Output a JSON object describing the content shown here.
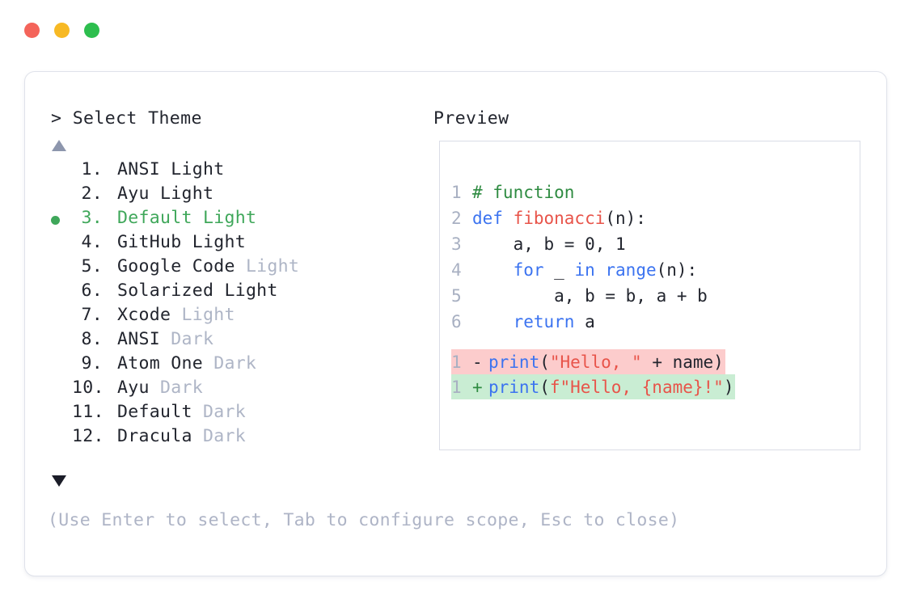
{
  "window": {
    "controls": [
      {
        "name": "close",
        "color": "#f4645a"
      },
      {
        "name": "minimize",
        "color": "#f7b924"
      },
      {
        "name": "maximize",
        "color": "#2dbe4e"
      }
    ]
  },
  "prompt": {
    "header": "> Select Theme",
    "scroll_up_icon": "triangle-up-icon",
    "scroll_down_icon": "triangle-down-icon"
  },
  "preview": {
    "header": "Preview"
  },
  "themes": {
    "selected_index": 3,
    "selected_bullet_color": "#3fa75a",
    "items": [
      {
        "number": "1.",
        "name": "ANSI",
        "variant": "Light",
        "variant_muted": false,
        "selected": false
      },
      {
        "number": "2.",
        "name": "Ayu",
        "variant": "Light",
        "variant_muted": false,
        "selected": false
      },
      {
        "number": "3.",
        "name": "Default",
        "variant": "Light",
        "variant_muted": false,
        "selected": true
      },
      {
        "number": "4.",
        "name": "GitHub",
        "variant": "Light",
        "variant_muted": false,
        "selected": false
      },
      {
        "number": "5.",
        "name": "Google Code",
        "variant": "Light",
        "variant_muted": true,
        "selected": false
      },
      {
        "number": "6.",
        "name": "Solarized",
        "variant": "Light",
        "variant_muted": false,
        "selected": false
      },
      {
        "number": "7.",
        "name": "Xcode",
        "variant": "Light",
        "variant_muted": true,
        "selected": false
      },
      {
        "number": "8.",
        "name": "ANSI",
        "variant": "Dark",
        "variant_muted": true,
        "selected": false
      },
      {
        "number": "9.",
        "name": "Atom One",
        "variant": "Dark",
        "variant_muted": true,
        "selected": false
      },
      {
        "number": "10.",
        "name": "Ayu",
        "variant": "Dark",
        "variant_muted": true,
        "selected": false
      },
      {
        "number": "11.",
        "name": "Default",
        "variant": "Dark",
        "variant_muted": true,
        "selected": false
      },
      {
        "number": "12.",
        "name": "Dracula",
        "variant": "Dark",
        "variant_muted": true,
        "selected": false
      }
    ]
  },
  "code": {
    "lines": [
      {
        "number": "1",
        "tokens": [
          {
            "text": "# function",
            "type": "comment"
          }
        ]
      },
      {
        "number": "2",
        "tokens": [
          {
            "text": "def ",
            "type": "keyword"
          },
          {
            "text": "fibonacci",
            "type": "func"
          },
          {
            "text": "(n):",
            "type": "plain"
          }
        ]
      },
      {
        "number": "3",
        "tokens": [
          {
            "text": "    a, b = ",
            "type": "plain"
          },
          {
            "text": "0",
            "type": "number"
          },
          {
            "text": ", ",
            "type": "plain"
          },
          {
            "text": "1",
            "type": "number"
          }
        ]
      },
      {
        "number": "4",
        "tokens": [
          {
            "text": "    ",
            "type": "plain"
          },
          {
            "text": "for ",
            "type": "keyword"
          },
          {
            "text": "_ ",
            "type": "plain"
          },
          {
            "text": "in ",
            "type": "keyword"
          },
          {
            "text": "range",
            "type": "builtin"
          },
          {
            "text": "(n):",
            "type": "plain"
          }
        ]
      },
      {
        "number": "5",
        "tokens": [
          {
            "text": "        a, b = b, a + b",
            "type": "plain"
          }
        ]
      },
      {
        "number": "6",
        "tokens": [
          {
            "text": "    ",
            "type": "plain"
          },
          {
            "text": "return ",
            "type": "keyword"
          },
          {
            "text": "a",
            "type": "plain"
          }
        ]
      }
    ]
  },
  "diff": {
    "removed": {
      "number": "1",
      "marker": "-",
      "background": "#fccccc",
      "tokens": [
        {
          "text": "print",
          "type": "builtin"
        },
        {
          "text": "(",
          "type": "plain"
        },
        {
          "text": "\"Hello, \"",
          "type": "string"
        },
        {
          "text": " + name)",
          "type": "plain"
        }
      ]
    },
    "added": {
      "number": "1",
      "marker": "+",
      "background": "#c9edd3",
      "tokens": [
        {
          "text": "print",
          "type": "builtin"
        },
        {
          "text": "(",
          "type": "plain"
        },
        {
          "text": "f\"Hello, {name}!\"",
          "type": "string"
        },
        {
          "text": ")",
          "type": "plain"
        }
      ]
    }
  },
  "hint": {
    "text": "(Use Enter to select, Tab to configure scope, Esc to close)"
  }
}
